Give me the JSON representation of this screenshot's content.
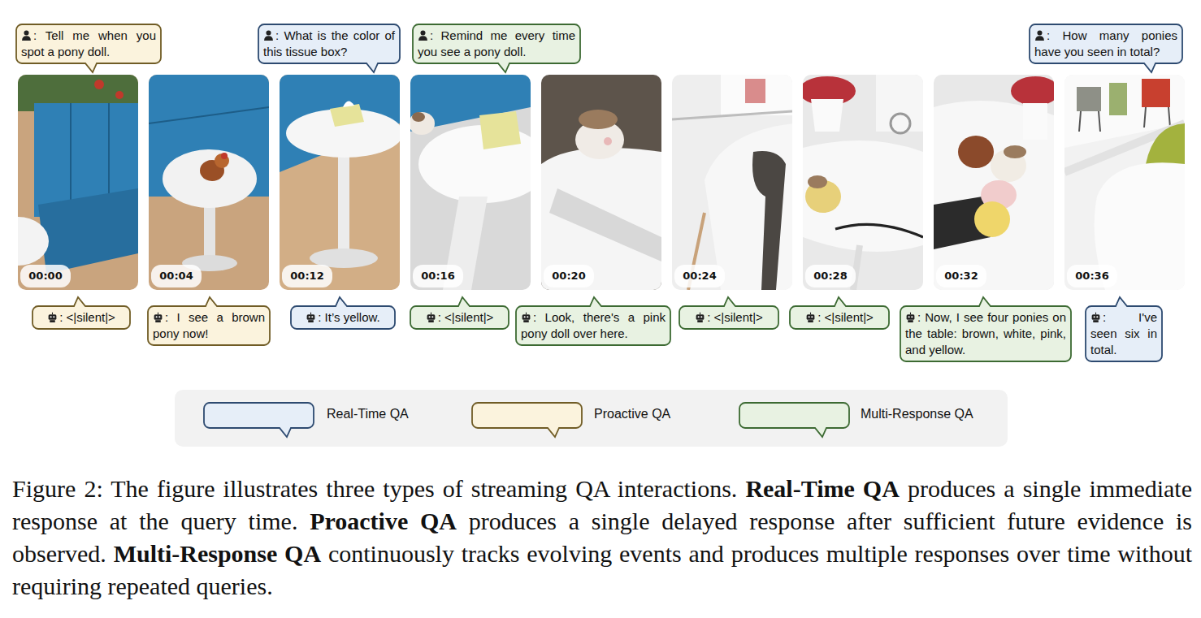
{
  "diagram": {
    "caption": "Figure 2: The figure illustrates three types of streaming QA interactions. Real-Time QA produces a single immediate response at the query time. Proactive QA produces a single delayed response after sufficient future evidence is observed. Multi-Response QA continuously tracks evolving events and produces multiple responses over time without requiring repeated queries.",
    "nodes": [
      {
        "text": [
          ": Tell me when you spot a pony doll."
        ]
      },
      {
        "text": [
          ": What is the color of this tissue box?"
        ]
      },
      {
        "text": [
          ": Remind me every time you see a pony doll."
        ]
      },
      {
        "text": [
          ": How many ponies have you seen in total?"
        ]
      },
      {
        "text": [
          "00:00"
        ]
      },
      {
        "text": [
          "00:04"
        ]
      },
      {
        "text": [
          "00:12"
        ]
      },
      {
        "text": [
          "00:16"
        ]
      },
      {
        "text": [
          "00:20"
        ]
      },
      {
        "text": [
          "00:24"
        ]
      },
      {
        "text": [
          "00:28"
        ]
      },
      {
        "text": [
          "00:32"
        ]
      },
      {
        "text": [
          "00:36"
        ]
      },
      {
        "text": [
          ": <|silent|>"
        ]
      },
      {
        "text": [
          ": I see a brown pony now!"
        ]
      },
      {
        "text": [
          ": It’s yellow."
        ]
      },
      {
        "text": [
          ": <|silent|>"
        ]
      },
      {
        "text": [
          ": Look, there's a pink pony doll over here."
        ]
      },
      {
        "text": [
          ": <|silent|>"
        ]
      },
      {
        "text": [
          ": <|silent|>"
        ]
      },
      {
        "text": [
          ": Now, I see four ponies on the table: brown, white, pink, and yellow."
        ]
      },
      {
        "text": [
          ": I've seen six in total."
        ]
      }
    ],
    "legend": [
      {
        "text": "Real-Time QA",
        "color": "#e6eef8"
      },
      {
        "text": "Proactive QA",
        "color": "#fbf3dd"
      },
      {
        "text": "Multi-Response QA",
        "color": "#e8f2e2"
      }
    ]
  }
}
